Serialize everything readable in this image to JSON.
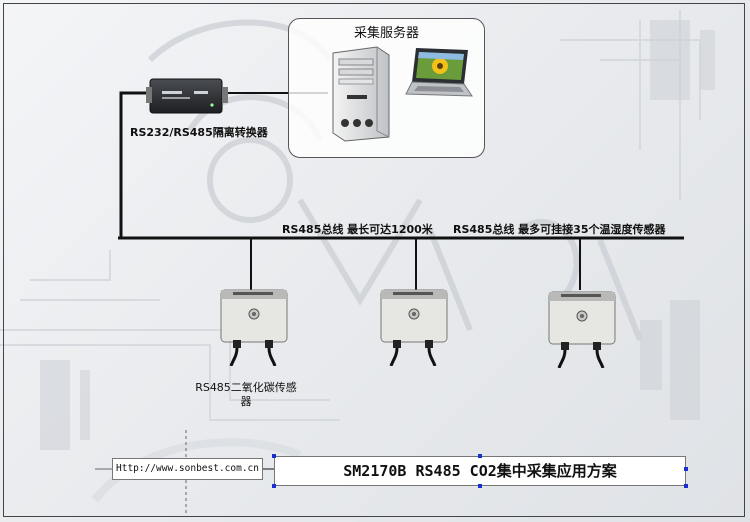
{
  "server_group": {
    "title": "采集服务器"
  },
  "converter": {
    "label": "RS232/RS485隔离转换器"
  },
  "bus": {
    "label_left": "RS485总线  最长可达1200米",
    "label_right": "RS485总线  最多可挂接35个温湿度传感器"
  },
  "sensor": {
    "label_line1": "RS485二氧化碳传感",
    "label_line2": "器"
  },
  "footer": {
    "url": "Http://www.sonbest.com.cn",
    "title": "SM2170B RS485 CO2集中采集应用方案"
  },
  "colors": {
    "wire": "#111111",
    "selection_handle": "#1a2fd0",
    "frame": "#444444"
  }
}
